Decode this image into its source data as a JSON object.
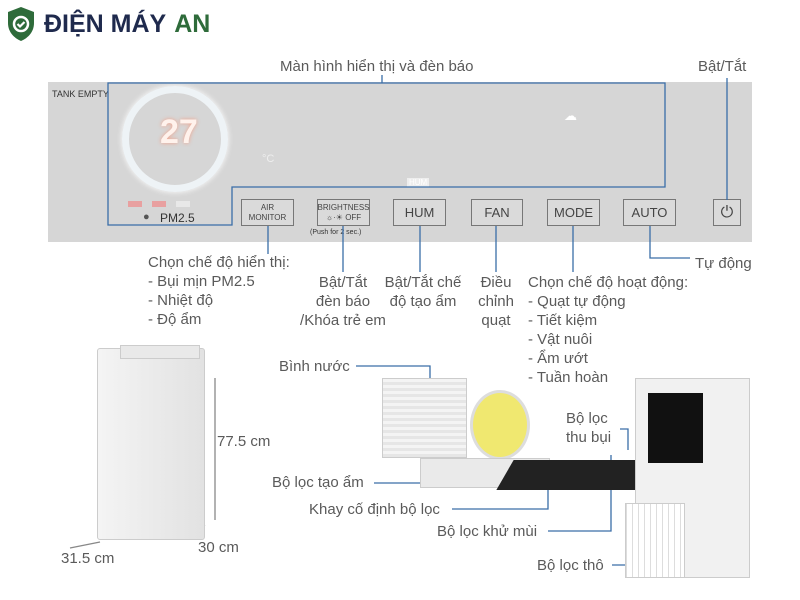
{
  "brand": {
    "name_part1": "ĐIỆN MÁY",
    "name_part2": "AN",
    "icon": "shield-check-icon"
  },
  "panel": {
    "tank_empty": "TANK EMPTY",
    "temperature": "27",
    "unit": "°C",
    "pm_label": "PM2.5",
    "hum_indicator": "HUM",
    "buttons": {
      "air_monitor": "AIR MONITOR",
      "brightness": "BRIGHTNESS",
      "brightness_sub": "☼·☀ OFF",
      "push_note": "(Push for 2 sec.)",
      "hum": "HUM",
      "fan": "FAN",
      "mode": "MODE",
      "auto": "AUTO"
    }
  },
  "callouts": {
    "display": "Màn hình hiển thị và đèn báo",
    "power": "Bật/Tắt",
    "auto": "Tự động",
    "air_monitor": [
      "Chọn chế độ hiển thị:",
      "- Bụi mịn PM2.5",
      "- Nhiệt độ",
      "- Độ ẩm"
    ],
    "brightness": [
      "Bật/Tắt",
      "đèn báo",
      "/Khóa trẻ em"
    ],
    "hum": [
      "Bật/Tắt chế",
      "độ tạo ẩm"
    ],
    "fan": [
      "Điều",
      "chỉnh",
      "quạt"
    ],
    "mode": [
      "Chọn chế độ hoạt động:",
      "- Quạt tự động",
      "- Tiết kiệm",
      "- Vật nuôi",
      "- Ẩm ướt",
      "- Tuần hoàn"
    ]
  },
  "dimensions": {
    "height": "77.5 cm",
    "width": "31.5 cm",
    "depth": "30 cm"
  },
  "parts": {
    "water_tank": "Bình nước",
    "humidifying_filter": "Bộ lọc tạo ẩm",
    "filter_tray": "Khay cố định bộ lọc",
    "deodorizing_filter": "Bộ lọc khử mùi",
    "pre_filter": "Bộ lọc thô",
    "dust_filter": [
      "Bộ lọc",
      "thu bụi"
    ]
  },
  "colors": {
    "line": "#3a6ea8",
    "brand_dark": "#1f2a4d",
    "brand_green": "#2e6b3a"
  }
}
